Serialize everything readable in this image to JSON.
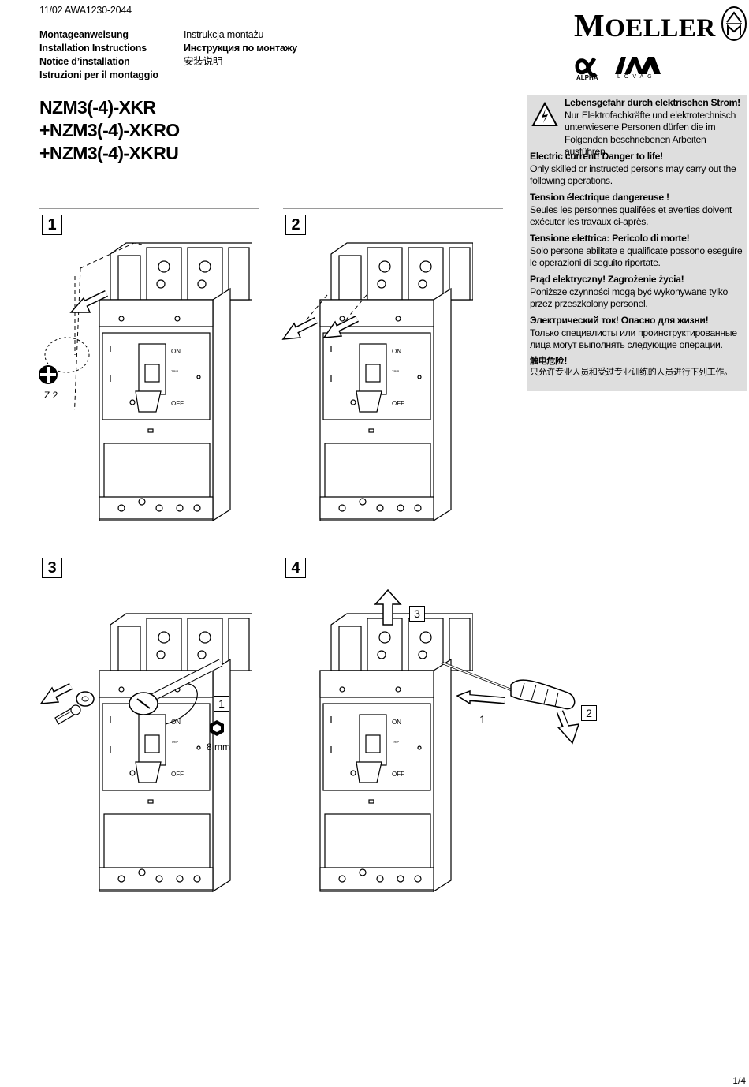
{
  "header": {
    "doc_code": "11/02 AWA1230-2044",
    "languages_left": [
      "Montageanweisung",
      "Installation Instructions",
      "Notice d’installation",
      "Istruzioni per il montaggio"
    ],
    "languages_right": [
      "Instrukcja montażu",
      "Инструкция по монтажу",
      "安装说明"
    ],
    "brand": "MOELLER",
    "brand_first": "M",
    "brand_rest": "OELLER",
    "sublogo_alpha": "ALPHA",
    "sublogo_lovag": "LOVAG"
  },
  "title_lines": [
    "NZM3(-4)-XKR",
    "+NZM3(-4)-XKRO",
    "+NZM3(-4)-XKRU"
  ],
  "warnings": [
    {
      "heading": "Lebensgefahr durch elektrischen Strom!",
      "body": "Nur Elektrofachkräfte und elektrotechnisch unterwiesene Personen dürfen die im Folgenden beschriebenen Arbeiten ausführen."
    },
    {
      "heading": "Electric current! Danger to life!",
      "body": "Only skilled or instructed persons may carry out the following operations."
    },
    {
      "heading": "Tension électrique dangereuse !",
      "body": "Seules les personnes qualifées et averties doivent exécuter les travaux ci-après."
    },
    {
      "heading": "Tensione elettrica: Pericolo di morte!",
      "body": "Solo persone abilitate e qualificate possono eseguire le operazioni di seguito riportate."
    },
    {
      "heading": "Prąd elektryczny! Zagrożenie życia!",
      "body": "Poniższe czynności mogą być wykonywane tylko przez przeszkolony personel."
    },
    {
      "heading": "Электрический ток! Опасно для жизни!",
      "body": "Только специалисты или проинструктированные лица могут выполнять следующие операции."
    },
    {
      "heading": "触电危险！",
      "body": "只允许专业人员和受过专业训练的人员进行下列工作。"
    }
  ],
  "steps": [
    "1",
    "2",
    "3",
    "4"
  ],
  "breaker_labels": {
    "on": "ON",
    "off": "OFF",
    "trip": "TRIP"
  },
  "step1": {
    "tool_label": "Z 2"
  },
  "step3": {
    "sub_step": "1",
    "wrench_size": "8 mm"
  },
  "step4": {
    "sub_steps": [
      "3",
      "1",
      "2"
    ]
  },
  "page_number": "1/4"
}
